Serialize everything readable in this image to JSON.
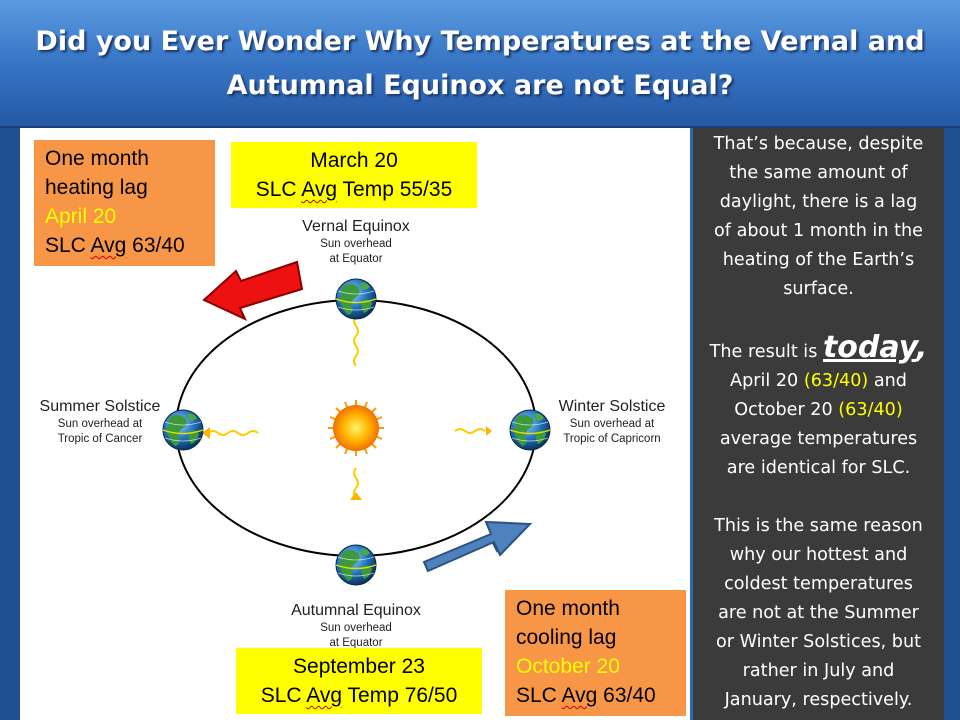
{
  "title": {
    "line1": "Did you Ever Wonder Why Temperatures at the Vernal and",
    "line2": "Autumnal Equinox are not Equal?"
  },
  "boxes": {
    "heating": {
      "line1": "One month",
      "line2": "heating lag",
      "date": "April 20",
      "temp_prefix": "SLC ",
      "temp_squiggle": "Avg",
      "temp_suffix": " 63/40"
    },
    "march": {
      "line1": "March 20",
      "temp_prefix": "SLC ",
      "temp_squiggle": "Avg",
      "temp_suffix": " Temp 55/35"
    },
    "september": {
      "line1": "September 23",
      "temp_prefix": "SLC ",
      "temp_squiggle": "Avg",
      "temp_suffix": " Temp 76/50"
    },
    "cooling": {
      "line1": "One month",
      "line2": "cooling lag",
      "date": "October 20",
      "temp_prefix": "SLC ",
      "temp_squiggle": "Avg",
      "temp_suffix": " 63/40"
    }
  },
  "diagram": {
    "vernal": {
      "title": "Vernal Equinox",
      "sub1": "Sun overhead",
      "sub2": "at Equator"
    },
    "summer": {
      "title": "Summer Solstice",
      "sub1": "Sun overhead at",
      "sub2": "Tropic of Cancer"
    },
    "winter": {
      "title": "Winter Solstice",
      "sub1": "Sun overhead at",
      "sub2": "Tropic of Capricorn"
    },
    "autumnal": {
      "title": "Autumnal Equinox",
      "sub1": "Sun overhead",
      "sub2": "at Equator"
    }
  },
  "side_panel": {
    "p1": [
      "That’s because, despite",
      "the same amount of",
      "daylight, there is a lag",
      "of about 1 month in the",
      "heating of the Earth’s",
      "surface."
    ],
    "p2_prefix": "The result is ",
    "p2_emph": "today",
    "p2_comma": ",",
    "p2_l2_a": "April 20 ",
    "p2_l2_b": "(63/40)",
    "p2_l2_c": " and",
    "p2_l3_a": "October 20 ",
    "p2_l3_b": "(63/40)",
    "p2_l4": "average temperatures",
    "p2_l5": "are identical for SLC.",
    "p3": [
      "This is the same reason",
      "why our hottest and",
      "coldest temperatures",
      "are not at the Summer",
      "or Winter Solstices, but",
      "rather in July and",
      "January, respectively."
    ]
  },
  "colors": {
    "orange_box": "#f79646",
    "yellow_box": "#ffff00",
    "highlight_text": "#ffff00",
    "red_arrow": "#ee1111",
    "blue_arrow": "#4f81bd",
    "side_panel": "#3b3b3b"
  },
  "icons": {
    "sun": "sun-icon",
    "earth": "earth-globe-icon",
    "sun_ray": "wavy-sun-ray-icon"
  }
}
